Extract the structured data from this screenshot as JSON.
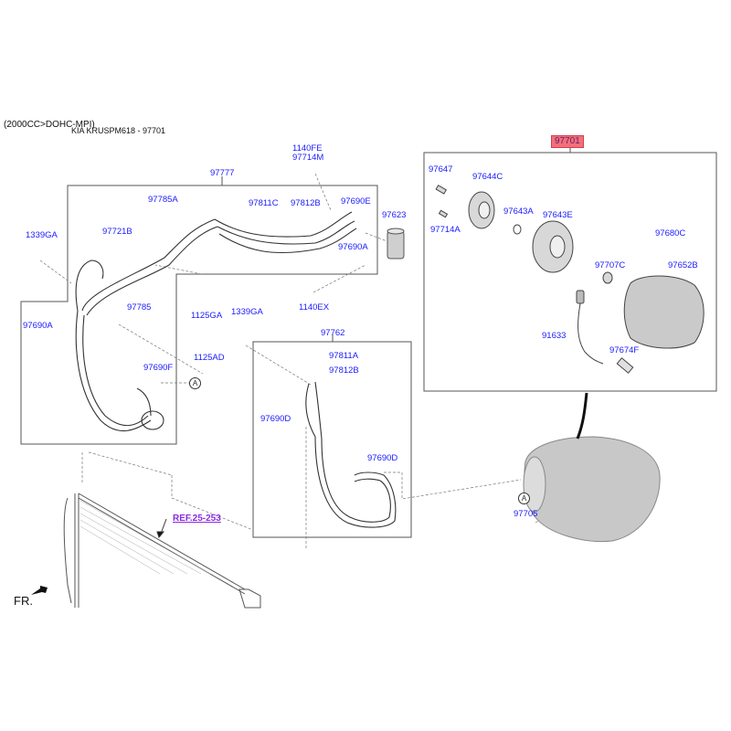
{
  "header": {
    "engine": "(2000CC>DOHC-MPI)",
    "model_ref": "KIA KRUSPM618 - 97701"
  },
  "highlight": {
    "part": "97701",
    "color": "#f2707a"
  },
  "groups": {
    "discharge_hose": "97777",
    "suction_hose": "97762",
    "compressor_assy": "97701"
  },
  "labels": {
    "b1140fe": "1140FE",
    "b97714m": "97714M",
    "p97777": "97777",
    "p97785a": "97785A",
    "p97811c": "97811C",
    "p97812b_top": "97812B",
    "p97690e": "97690E",
    "p97623": "97623",
    "p97690a_top": "97690A",
    "p1339ga_left": "1339GA",
    "p97721b": "97721B",
    "p97785": "97785",
    "p97690a_left": "97690A",
    "p1125ga": "1125GA",
    "p1140ex": "1140EX",
    "p1339ga_mid": "1339GA",
    "p1125ad": "1125AD",
    "p97690f": "97690F",
    "p97762": "97762",
    "p97811a": "97811A",
    "p97812b_mid": "97812B",
    "p97690d_left": "97690D",
    "p97690d_right": "97690D",
    "p97647": "97647",
    "p97644c": "97644C",
    "p97714a": "97714A",
    "p97643a": "97643A",
    "p97643e": "97643E",
    "p97680c": "97680C",
    "p97707c": "97707C",
    "p97652b": "97652B",
    "p91633": "91633",
    "p97674f": "97674F",
    "p97705": "97705",
    "ref": "REF.25-253",
    "callout_a": "A",
    "front": "FR."
  }
}
